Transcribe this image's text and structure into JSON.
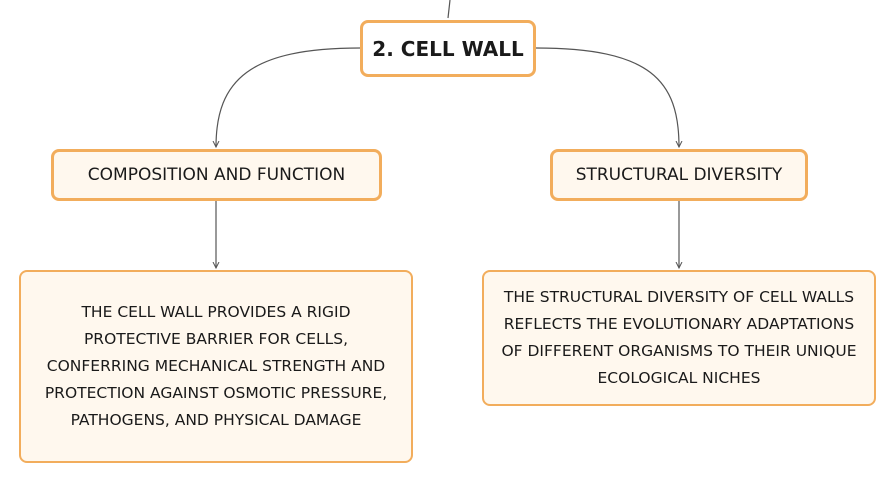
{
  "diagram": {
    "root": {
      "label": "2. CELL WALL"
    },
    "branches": [
      {
        "label": "COMPOSITION AND FUNCTION",
        "detail": "THE CELL WALL PROVIDES A RIGID PROTECTIVE BARRIER FOR CELLS, CONFERRING MECHANICAL STRENGTH AND PROTECTION AGAINST OSMOTIC PRESSURE, PATHOGENS, AND PHYSICAL DAMAGE"
      },
      {
        "label": "STRUCTURAL DIVERSITY",
        "detail": "THE STRUCTURAL DIVERSITY OF CELL WALLS REFLECTS THE EVOLUTIONARY ADAPTATIONS OF DIFFERENT ORGANISMS TO THEIR UNIQUE ECOLOGICAL NICHES"
      }
    ]
  },
  "colors": {
    "node_border": "#f2ad5c",
    "node_fill": "#fff8ee",
    "connector": "#555555"
  }
}
